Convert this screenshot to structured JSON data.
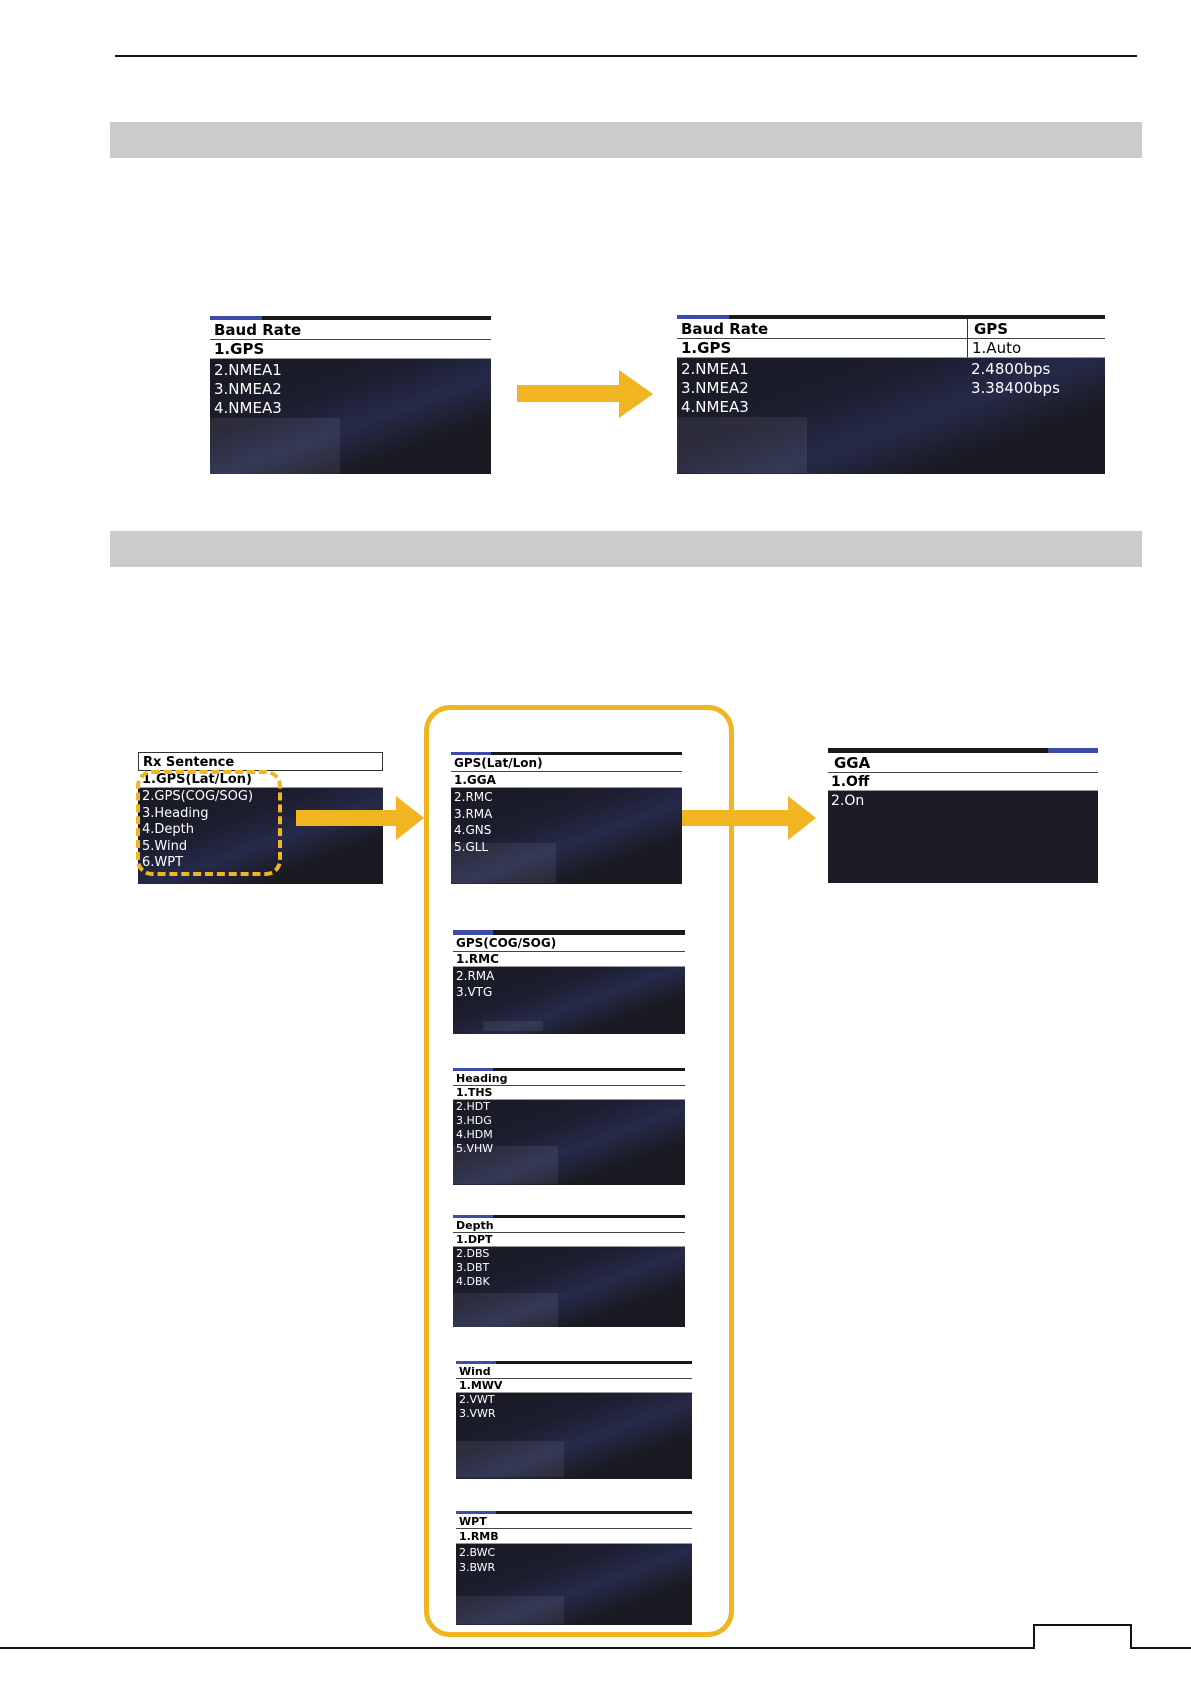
{
  "baud_rate": {
    "menu_title": "Baud Rate",
    "items": [
      "1.GPS",
      "2.NMEA1",
      "3.NMEA2",
      "4.NMEA3"
    ],
    "sub_title": "GPS",
    "sub_items": [
      "1.Auto",
      "2.4800bps",
      "3.38400bps"
    ]
  },
  "rx_sentence": {
    "menu_title": "Rx Sentence",
    "items": [
      "1.GPS(Lat/Lon)",
      "2.GPS(COG/SOG)",
      "3.Heading",
      "4.Depth",
      "5.Wind",
      "6.WPT"
    ]
  },
  "submenus": [
    {
      "title": "GPS(Lat/Lon)",
      "items": [
        "1.GGA",
        "2.RMC",
        "3.RMA",
        "4.GNS",
        "5.GLL"
      ]
    },
    {
      "title": "GPS(COG/SOG)",
      "items": [
        "1.RMC",
        "2.RMA",
        "3.VTG"
      ]
    },
    {
      "title": "Heading",
      "items": [
        "1.THS",
        "2.HDT",
        "3.HDG",
        "4.HDM",
        "5.VHW"
      ]
    },
    {
      "title": "Depth",
      "items": [
        "1.DPT",
        "2.DBS",
        "3.DBT",
        "4.DBK"
      ]
    },
    {
      "title": "Wind",
      "items": [
        "1.MWV",
        "2.VWT",
        "3.VWR"
      ]
    },
    {
      "title": "WPT",
      "items": [
        "1.RMB",
        "2.BWC",
        "3.BWR"
      ]
    }
  ],
  "gga": {
    "menu_title": "GGA",
    "items": [
      "1.Off",
      "2.On"
    ]
  },
  "colors": {
    "accent": "#f0b520",
    "menu_dark": "#1c1c26",
    "section_bar": "#cbcbcb"
  }
}
